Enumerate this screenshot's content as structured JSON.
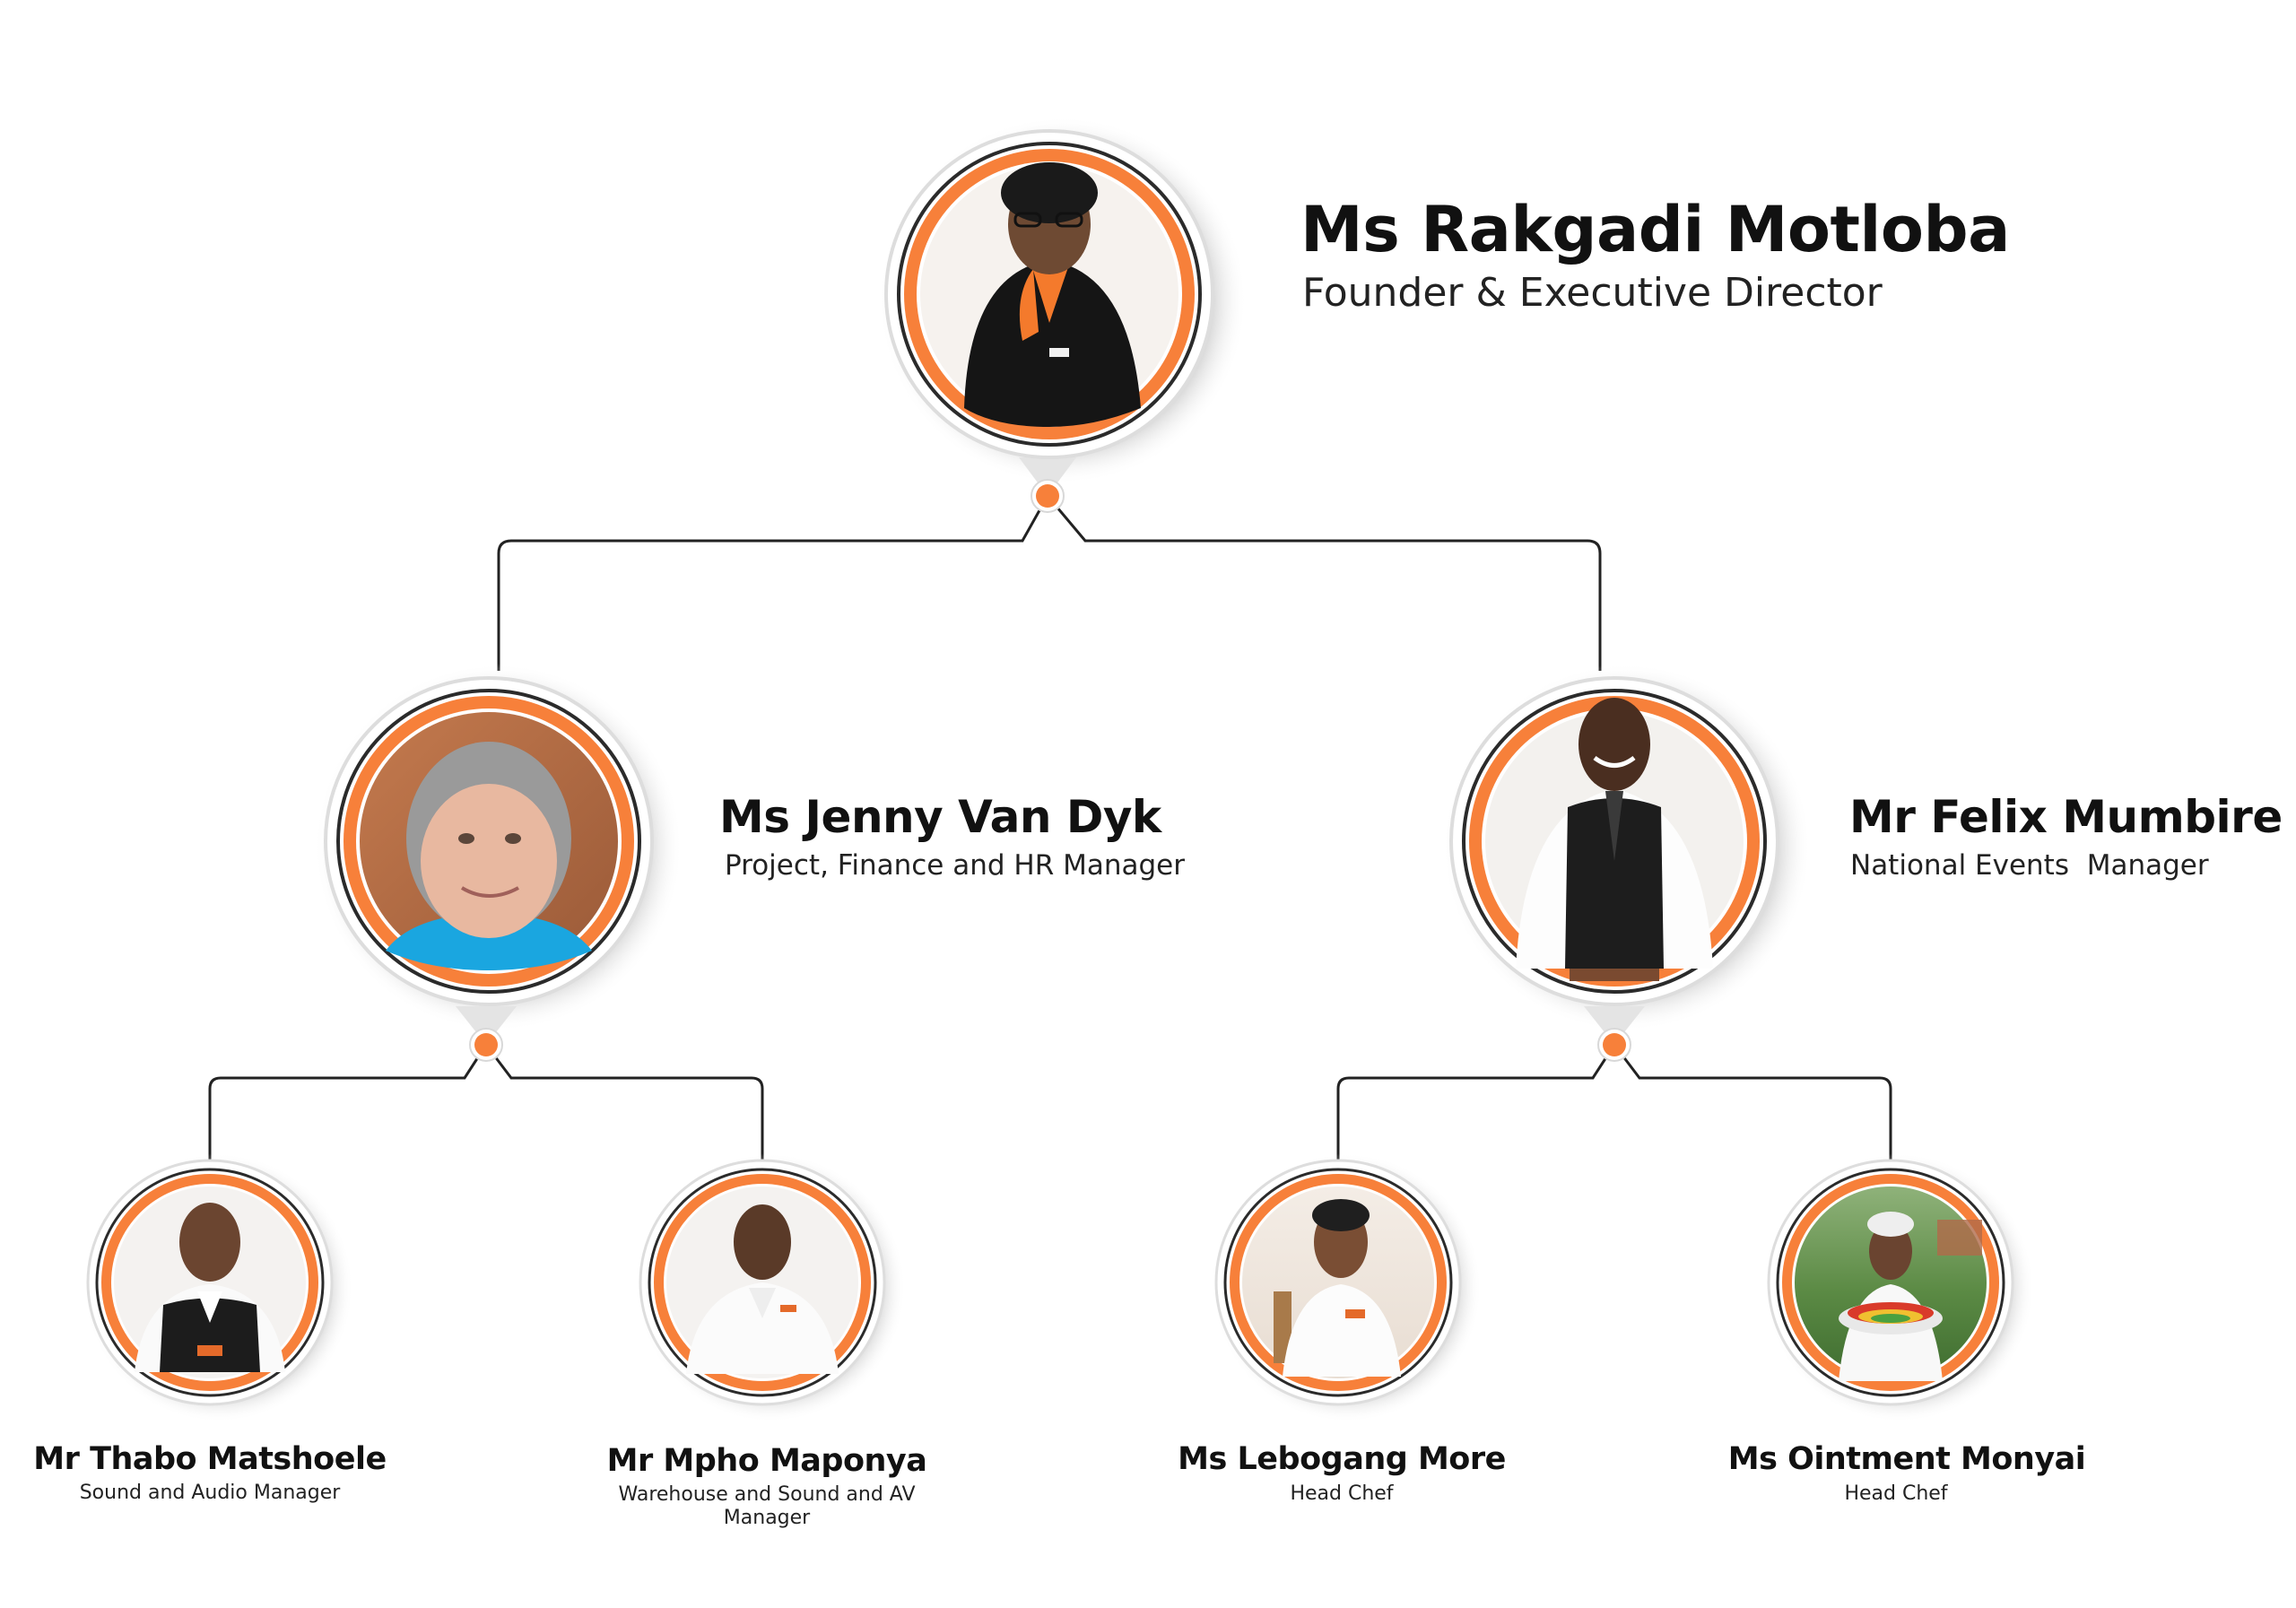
{
  "colors": {
    "accent": "#f7803a",
    "ring": "#2b2b2b",
    "connector": "#222222",
    "shadow": "#d9d9d9"
  },
  "people": {
    "director": {
      "name": "Ms Rakgadi Motloba",
      "role": "Founder & Executive Director"
    },
    "jenny": {
      "name": "Ms Jenny Van Dyk",
      "role": "Project, Finance and HR Manager"
    },
    "felix": {
      "name": "Mr Felix Mumbire",
      "role": "National Events  Manager"
    },
    "thabo": {
      "name": "Mr Thabo Matshoele",
      "role": "Sound and Audio Manager"
    },
    "mpho": {
      "name": "Mr Mpho Maponya",
      "role_line1": "Warehouse and Sound and AV",
      "role_line2": "Manager"
    },
    "lebogang": {
      "name": "Ms Lebogang More",
      "role": "Head Chef"
    },
    "ointment": {
      "name": "Ms Ointment Monyai",
      "role": "Head Chef"
    }
  }
}
